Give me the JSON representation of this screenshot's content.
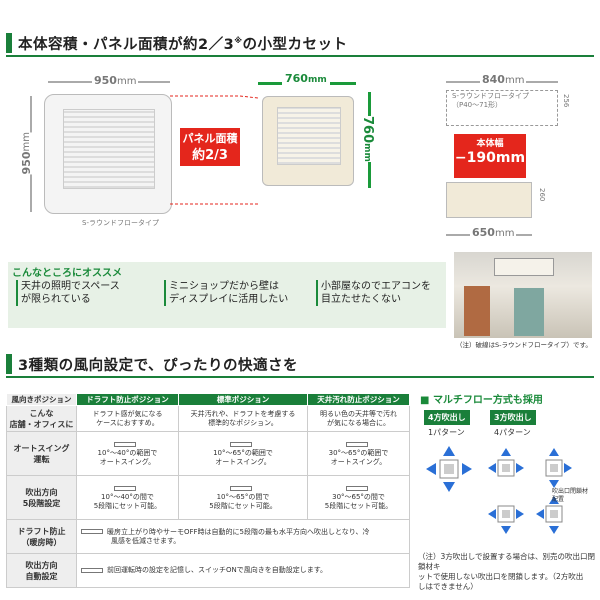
{
  "section1": {
    "title": "本体容積・パネル面積が約2／3",
    "title_sup": "※",
    "title_suffix": "の小型カセット",
    "big_panel": {
      "width": "950",
      "height": "950",
      "unit": "mm",
      "caption": "S-ラウンドフロータイプ"
    },
    "small_panel": {
      "width": "760",
      "height": "760",
      "unit": "mm"
    },
    "ratio_label_line1": "パネル面積",
    "ratio_label_line2": "約2/3",
    "side": {
      "top_width": "840",
      "bottom_width": "650",
      "unit": "mm",
      "caption_line1": "S-ラウンドフロータイプ",
      "caption_line2": "（P40〜71形）",
      "height_top": "256",
      "height_bottom": "260",
      "reduction_line1": "本体幅",
      "reduction_line2": "−190mm"
    }
  },
  "recommend": {
    "title": "こんなところにオススメ",
    "items": [
      {
        "line1": "天井の照明でスペース",
        "line2": "が限られている"
      },
      {
        "line1": "ミニショップだから壁は",
        "line2": "ディスプレイに活用したい"
      },
      {
        "line1": "小部屋なのでエアコンを",
        "line2": "目立たせたくない"
      }
    ],
    "photo_note": "（注）破線はS-ラウンドフロータイプ）です。"
  },
  "section2": {
    "title": "3種類の風向設定で、ぴったりの快適さを",
    "table": {
      "headers": [
        "風向きポジション",
        "ドラフト防止ポジション",
        "標準ポジション",
        "天井汚れ防止ポジション"
      ],
      "intro": {
        "label_line1": "こんな",
        "label_line2": "店舗・オフィスに",
        "cells": [
          [
            "ドラフト感が気になる",
            "ケースにおすすめ。"
          ],
          [
            "天井汚れや、ドラフトを考慮する",
            "標準的なポジション。"
          ],
          [
            "明るい色の天井等で汚れ",
            "が気になる場合に。"
          ]
        ]
      },
      "rows": [
        {
          "label_line1": "オートスイング",
          "label_line2": "運転",
          "cells": [
            [
              "10°〜40°の範囲で",
              "オートスイング。"
            ],
            [
              "10°〜65°の範囲で",
              "オートスイング。"
            ],
            [
              "30°〜65°の範囲で",
              "オートスイング。"
            ]
          ]
        },
        {
          "label_line1": "吹出方向",
          "label_line2": "5段階設定",
          "cells": [
            [
              "10°〜40°の間で",
              "5段階にセット可能。"
            ],
            [
              "10°〜65°の間で",
              "5段階にセット可能。"
            ],
            [
              "30°〜65°の間で",
              "5段階にセット可能。"
            ]
          ]
        },
        {
          "label_line1": "ドラフト防止",
          "label_line2": "（暖房時）",
          "wide": [
            "暖房立上がり時やサーモOFF時は自動的に5段階の最も水平方向へ吹出しとなり、冷",
            "風感を低減させます。"
          ]
        },
        {
          "label_line1": "吹出方向",
          "label_line2": "自動設定",
          "wide": [
            "前回運転時の設定を記憶し、スイッチONで風向きを自動設定します。"
          ]
        }
      ]
    },
    "multiflow": {
      "title": "マルチフロー方式も採用",
      "four_way": "4方吹出し",
      "four_way_sub": "1パターン",
      "three_way": "3方吹出し",
      "three_way_sub": "4パターン",
      "closure_label_line1": "吹出口閉鎖材",
      "closure_label_line2": "配置",
      "note_lines": [
        "（注）3方吹出しで設置する場合は、別売の吹出口閉鎖材キ",
        "ットで使用しない吹出口を閉鎖します。（2方吹出",
        "しはできません）"
      ]
    }
  },
  "colors": {
    "accent_green": "#1a7f3a",
    "red": "#e4261c",
    "flow_blue": "#2a6fd6"
  }
}
